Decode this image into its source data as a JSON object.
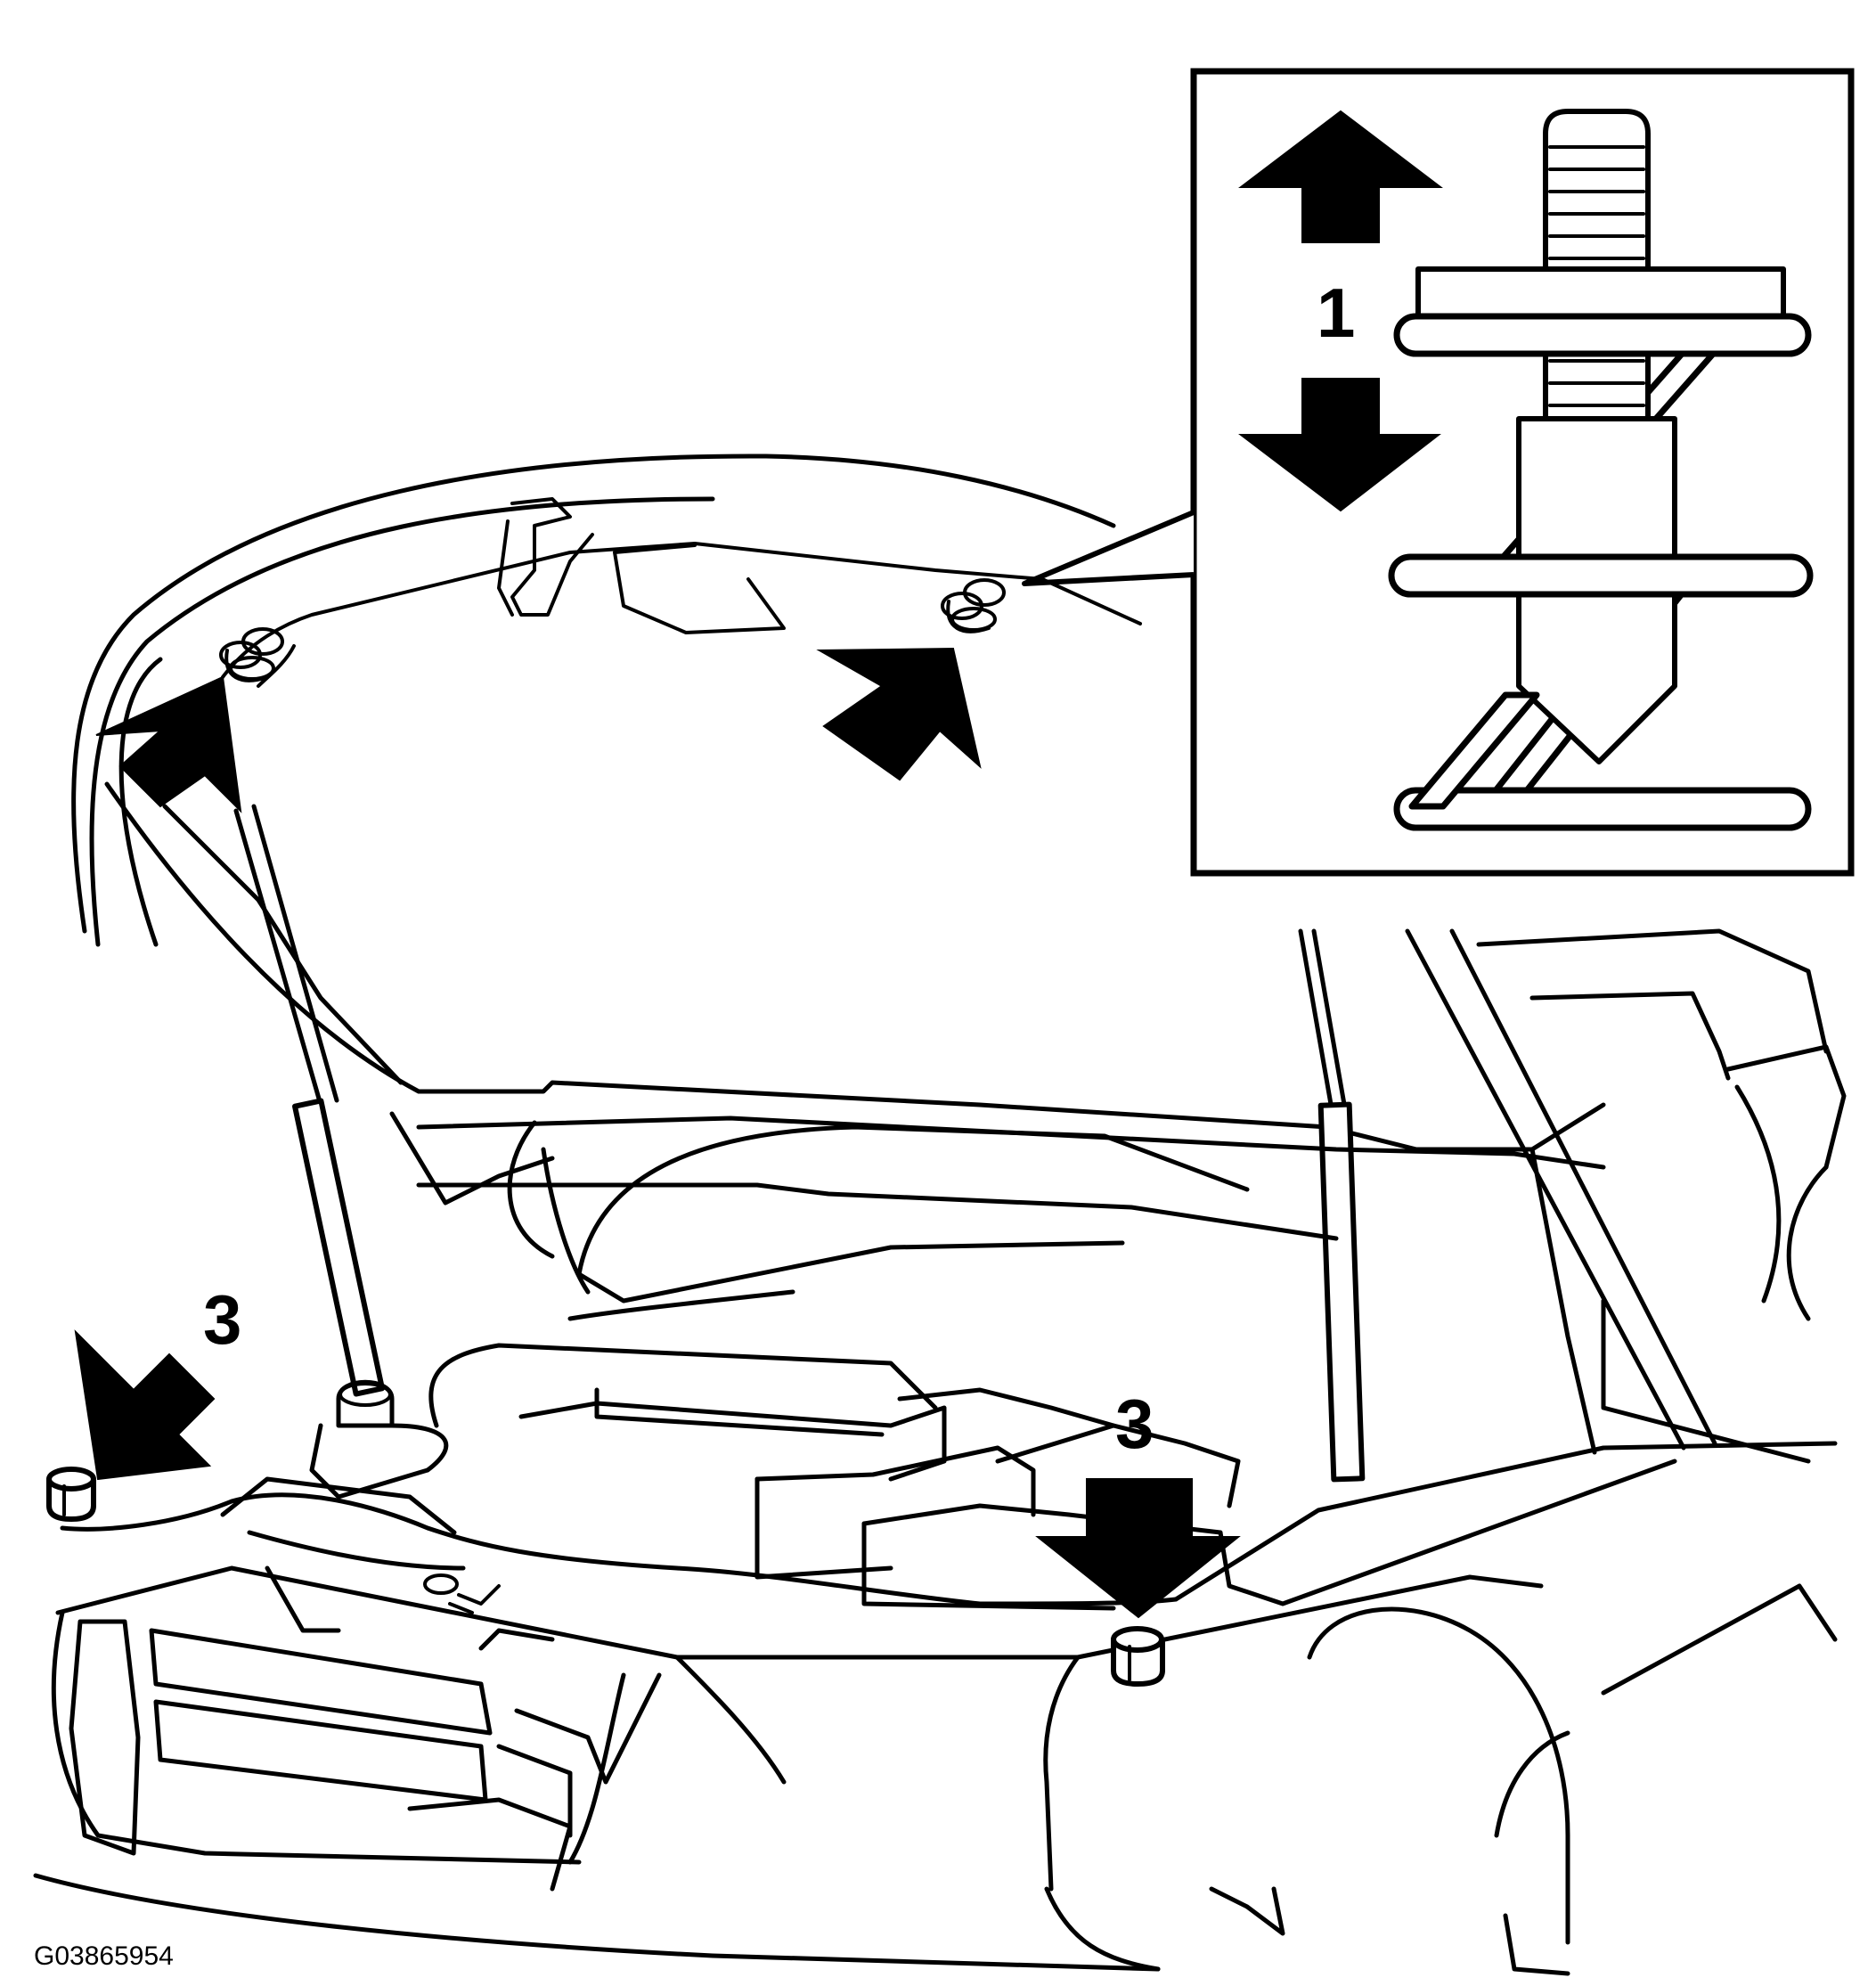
{
  "diagram": {
    "figure_code": "G03865954",
    "callouts": {
      "inset_label": "1",
      "left_label": "3",
      "right_label": "3"
    },
    "colors": {
      "ink": "#000000",
      "paper": "#ffffff"
    },
    "icons": {
      "arrow_up": "arrow-up-icon",
      "arrow_down": "arrow-down-icon",
      "arrow_diagonal": "arrow-diagonal-icon",
      "clip": "hood-clip-icon",
      "bump_stop": "rubber-bump-stop-icon"
    }
  }
}
